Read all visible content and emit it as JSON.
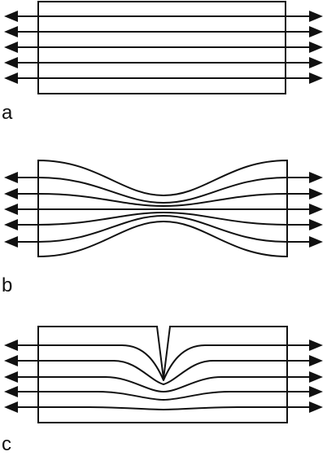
{
  "panels": [
    {
      "key": "a",
      "label": "a",
      "variant": "uniform"
    },
    {
      "key": "b",
      "label": "b",
      "variant": "necked"
    },
    {
      "key": "c",
      "label": "c",
      "variant": "notched"
    }
  ],
  "colors": {
    "stroke": "#111111",
    "background": "#ffffff"
  },
  "flow_lines_per_panel": 5
}
